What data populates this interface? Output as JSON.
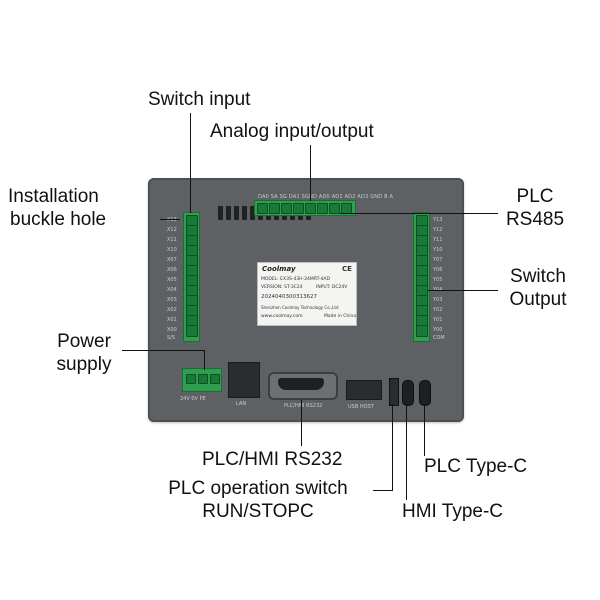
{
  "labels": {
    "switch_input": "Switch input",
    "analog_io": "Analog input/output",
    "install_line1": "Installation",
    "install_line2": "buckle hole",
    "plc_rs485_line1": "PLC",
    "plc_rs485_line2": "RS485",
    "switch_output_line1": "Switch",
    "switch_output_line2": "Output",
    "power_line1": "Power",
    "power_line2": "supply",
    "plc_hmi_rs232": "PLC/HMI RS232",
    "plc_op_switch_line1": "PLC operation switch",
    "plc_op_switch_line2": "RUN/STOPC",
    "plc_typec": "PLC Type-C",
    "hmi_typec": "HMI Type-C"
  },
  "nameplate": {
    "brand": "Coolmay",
    "model": "MODEL: EX3S-43H-24MRT-4AD",
    "version": "VERSION: ST-3C24",
    "input": "INPUT: DC24V",
    "serial": "2024040300313627",
    "website": "www.coolmay.com",
    "company": "Shenzhen Coolmay Technology Co.,Ltd",
    "made_in": "Made in China"
  },
  "silkscreen": {
    "top": "DA0 SA SG DA1 SGND AD0 AD1 AD2 AD3 GND B A",
    "left_inputs": [
      "X13",
      "X12",
      "X11",
      "X10",
      "X07",
      "X06",
      "X05",
      "X04",
      "X03",
      "X02",
      "X01",
      "X00",
      "S/S"
    ],
    "right_outputs": [
      "Y13",
      "Y12",
      "Y11",
      "Y10",
      "Y07",
      "Y06",
      "Y05",
      "Y04",
      "Y03",
      "Y02",
      "Y01",
      "Y00",
      "COM"
    ],
    "power": "24V 0V PE",
    "lan": "LAN",
    "rs232": "PLC/HMI RS232",
    "usb": "USB HOST"
  },
  "colors": {
    "terminal_green": "#2f9e50",
    "housing": "#5e6164"
  }
}
